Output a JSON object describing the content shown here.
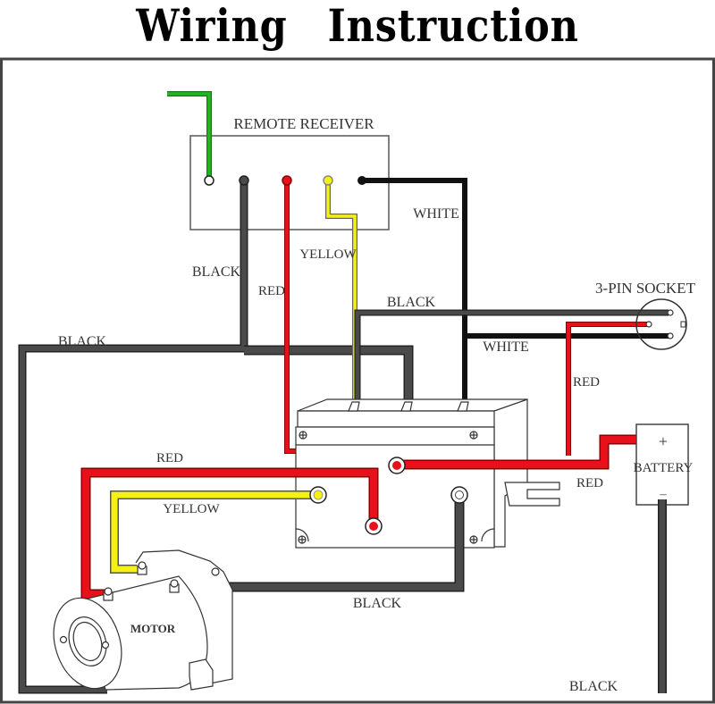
{
  "title": "Wiring   Instruction",
  "colors": {
    "red": "#e8101a",
    "yellow": "#f5f212",
    "green": "#22b622",
    "black": "#111111",
    "dark_gray": "#4a4a4a",
    "outline": "#333333"
  },
  "components": {
    "remote_receiver": "REMOTE RECEIVER",
    "socket": "3-PIN SOCKET",
    "battery": "BATTERY",
    "battery_plus": "+",
    "battery_minus": "–",
    "motor": "MOTOR"
  },
  "wire_labels": {
    "white_receiver": "WHITE",
    "yellow_receiver": "YELLOW",
    "black_receiver": "BLACK",
    "red_receiver": "RED",
    "black_left": "BLACK",
    "black_socket": "BLACK",
    "white_socket": "WHITE",
    "red_socket": "RED",
    "red_battery": "RED",
    "red_motor": "RED",
    "yellow_motor": "YELLOW",
    "black_motor": "BLACK",
    "black_battery": "BLACK"
  }
}
